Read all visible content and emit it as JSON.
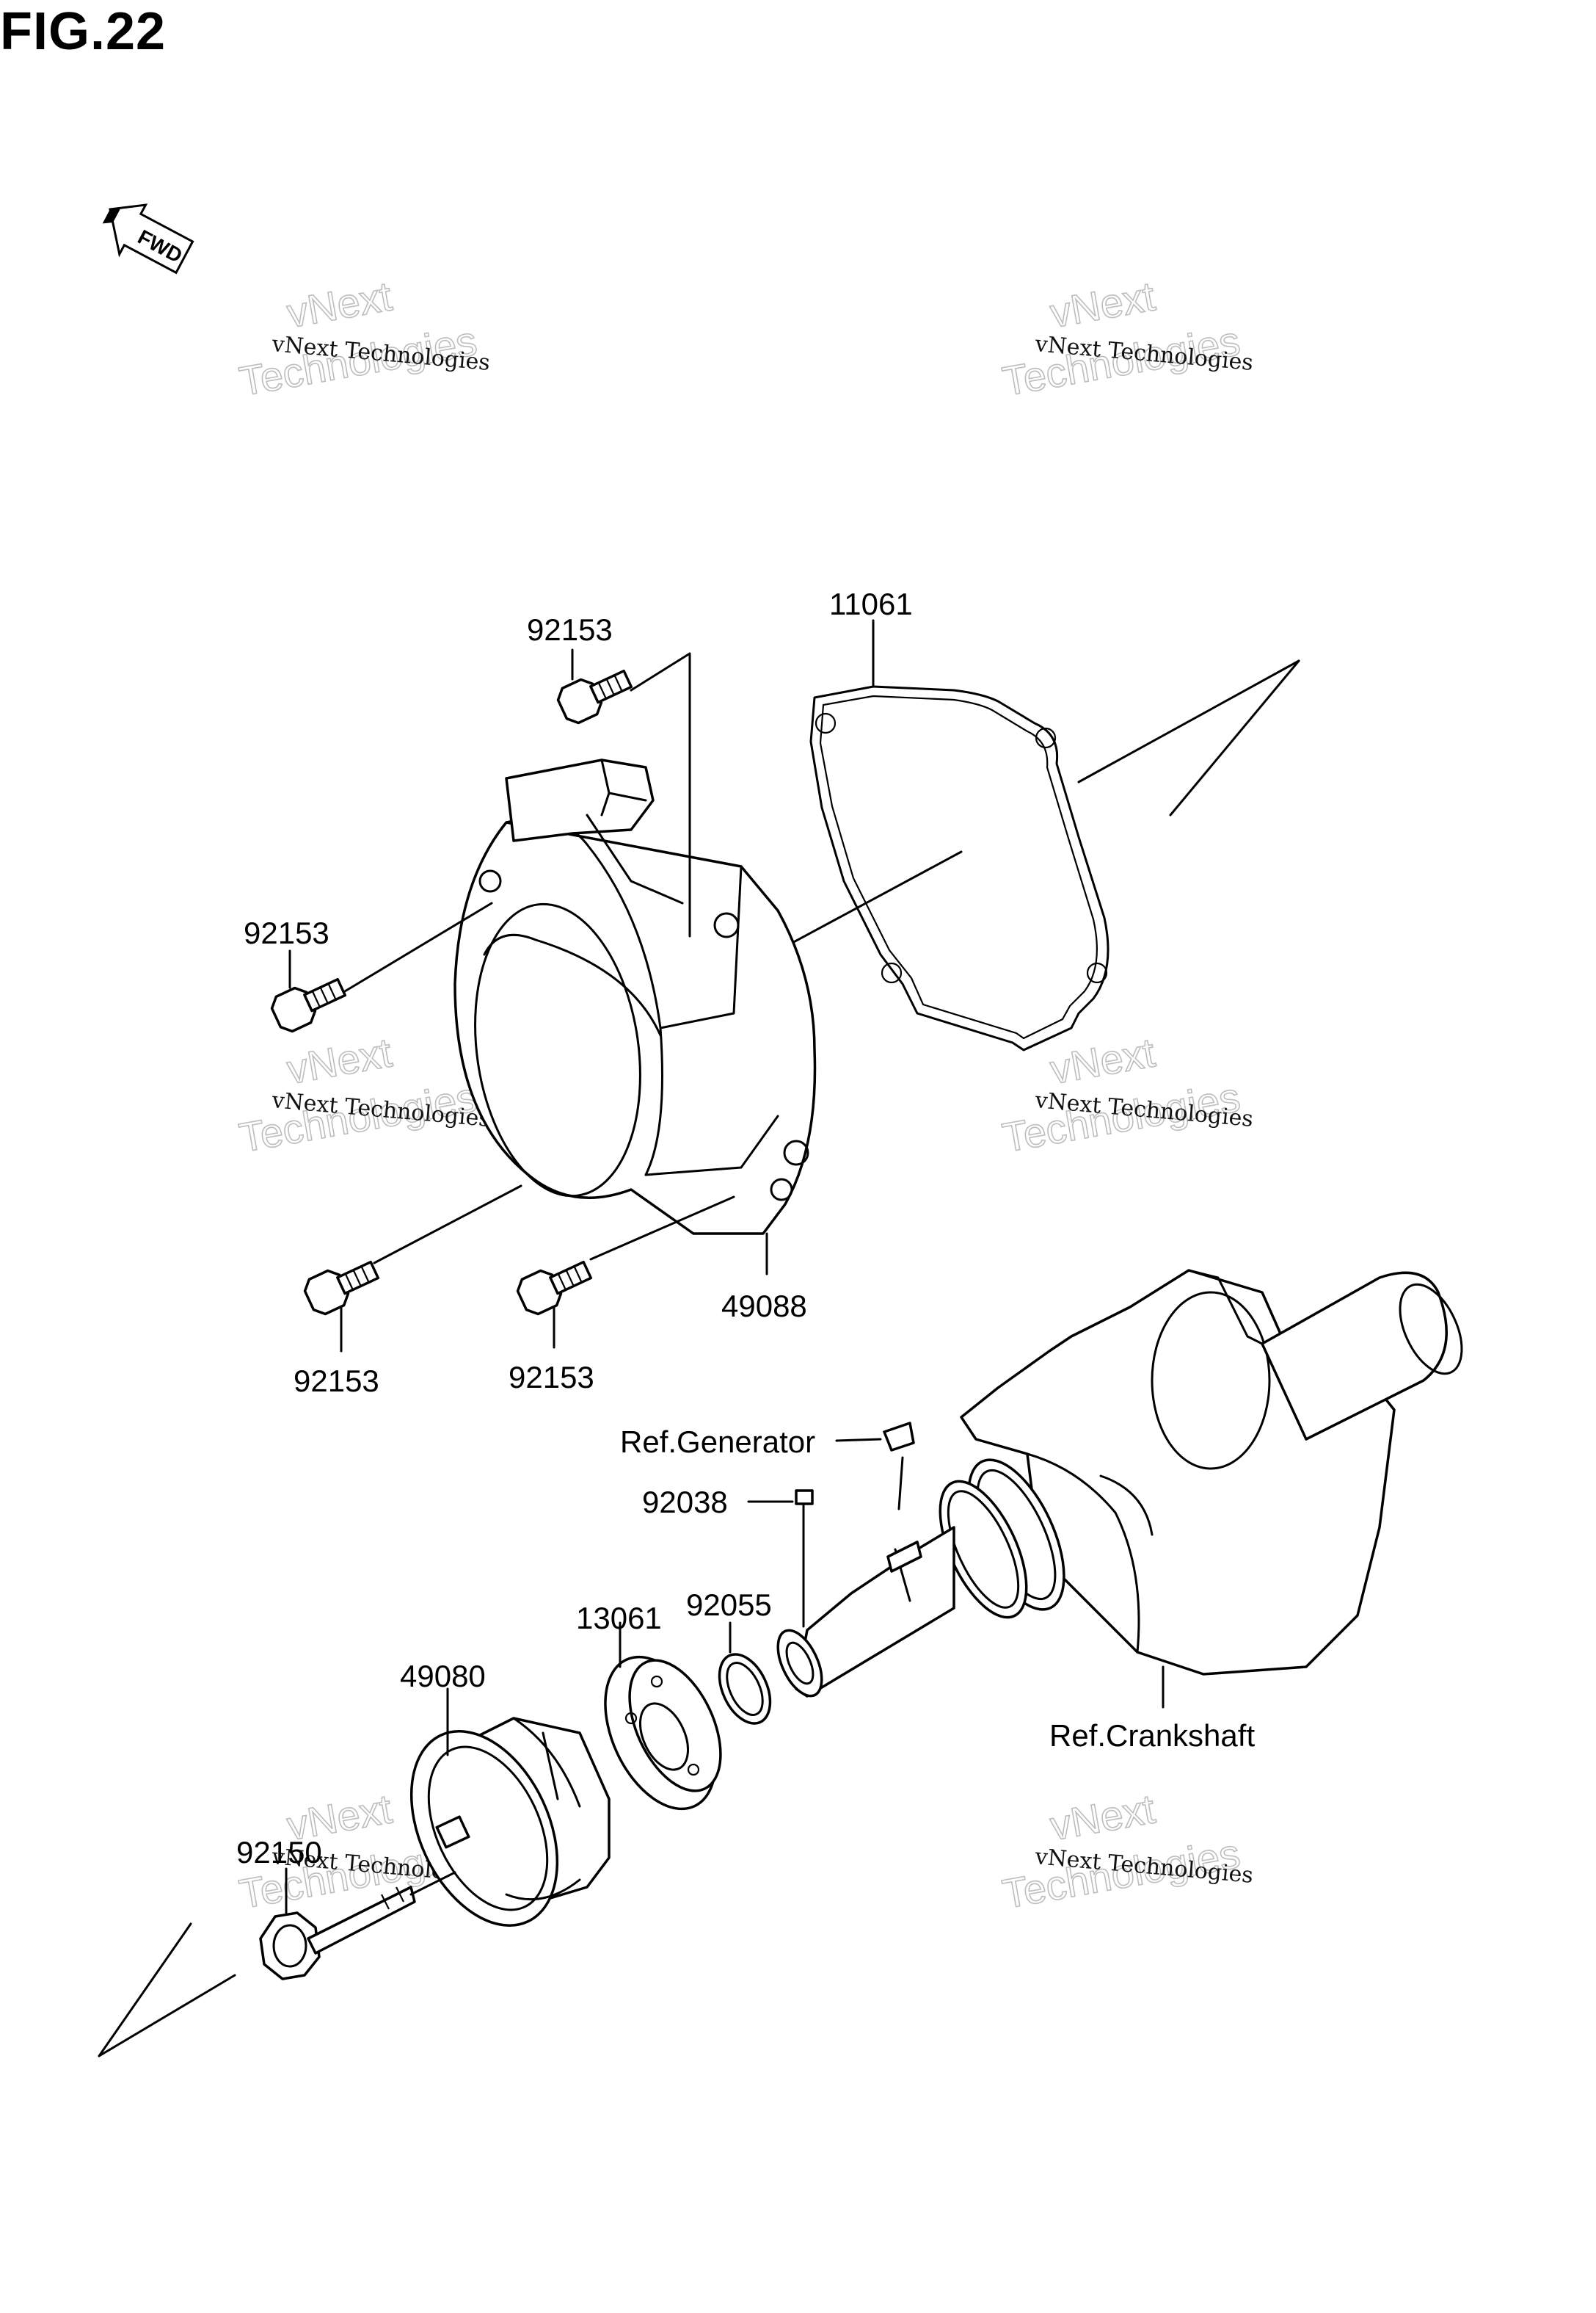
{
  "figure_title": "FIG.22",
  "fwd_label": "FWD",
  "watermark": {
    "small": "vNext Technologies",
    "big_top": "vNext",
    "big_bottom": "Technologies"
  },
  "parts": {
    "p92153_top": "92153",
    "p11061": "11061",
    "p92153_left": "92153",
    "p92153_bl": "92153",
    "p92153_bm": "92153",
    "p49088": "49088",
    "ref_generator": "Ref.Generator",
    "p92038": "92038",
    "p92055": "92055",
    "p13061": "13061",
    "p49080": "49080",
    "p92150": "92150",
    "ref_crankshaft": "Ref.Crankshaft"
  }
}
